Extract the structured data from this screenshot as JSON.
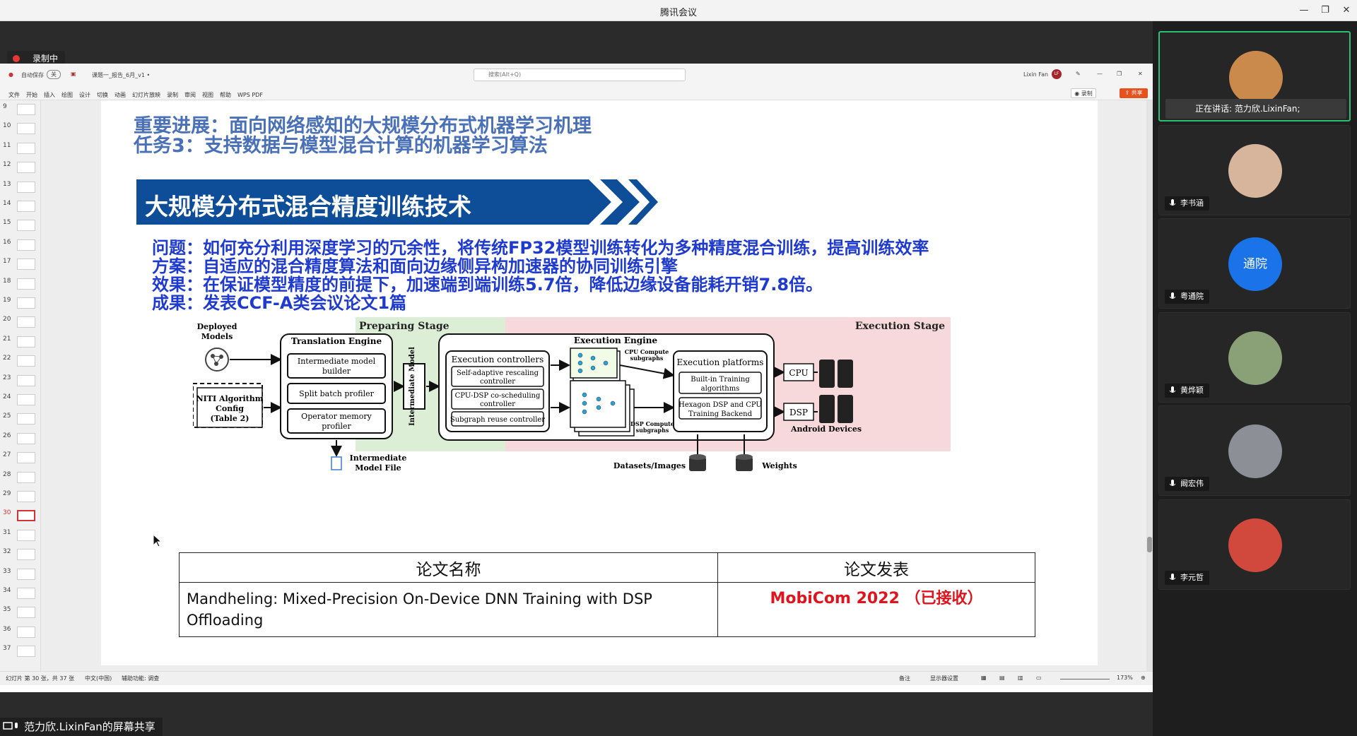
{
  "window": {
    "title": "腾讯会议",
    "minimize": "—",
    "restore": "❐",
    "close": "✕"
  },
  "recording": {
    "label": "录制中"
  },
  "ppt": {
    "autosave_label": "自动保存",
    "autosave_toggle": "关",
    "filename": "课题一_报告_6月_v1 •",
    "search_placeholder": "搜索(Alt+Q)",
    "user": "Lixin Fan",
    "user_initials": "LF",
    "menu": [
      "文件",
      "开始",
      "插入",
      "绘图",
      "设计",
      "切换",
      "动画",
      "幻灯片放映",
      "录制",
      "审阅",
      "视图",
      "帮助",
      "WPS PDF"
    ],
    "record_button": "◉ 录制",
    "share_button": "⇪ 共享"
  },
  "thumbnails": {
    "numbers": [
      "9",
      "10",
      "11",
      "12",
      "13",
      "14",
      "15",
      "16",
      "17",
      "18",
      "19",
      "20",
      "21",
      "22",
      "23",
      "24",
      "25",
      "26",
      "27",
      "28",
      "29",
      "30",
      "31",
      "32",
      "33",
      "34",
      "35",
      "36",
      "37"
    ],
    "selected": "30"
  },
  "slide": {
    "heading1": "重要进展：面向网络感知的大规模分布式机器学习机理",
    "heading2": "任务3：支持数据与模型混合计算的机器学习算法",
    "banner": "大规模分布式混合精度训练技术",
    "points": [
      "问题：如何充分利用深度学习的冗余性，将传统FP32模型训练转化为多种精度混合训练，提高训练效率",
      "方案：自适应的混合精度算法和面向边缘侧异构加速器的协同训练引擎",
      "效果：在保证模型精度的前提下，加速端到端训练5.7倍，降低边缘设备能耗开销7.8倍。",
      "成果：发表CCF-A类会议论文1篇"
    ],
    "diagram": {
      "deployed_models": [
        "Deployed",
        "Models"
      ],
      "niti": [
        "NITI Algorithm",
        "Config",
        "(Table 2)"
      ],
      "preparing_stage": "Preparing Stage",
      "translation_engine": "Translation Engine",
      "prep_boxes": [
        [
          "Intermediate model",
          "builder"
        ],
        [
          "Split batch profiler"
        ],
        [
          "Operator memory",
          "profiler"
        ]
      ],
      "intermediate_model": "Intermediate Model",
      "intermediate_file": [
        "Intermediate",
        "Model File"
      ],
      "execution_stage": "Execution Stage",
      "execution_engine": "Execution Engine",
      "execution_controllers": "Execution controllers",
      "controllers": [
        [
          "Self-adaptive rescaling",
          "controller"
        ],
        [
          "CPU-DSP co-scheduling",
          "controller"
        ],
        [
          "Subgraph reuse controller"
        ]
      ],
      "cpu_sub": [
        "CPU Compute",
        "subgraphs"
      ],
      "dsp_sub": [
        "DSP Compute",
        "subgraphs"
      ],
      "execution_platforms": "Execution platforms",
      "platforms": [
        [
          "Built-in Training",
          "algorithms"
        ],
        [
          "Hexagon DSP and CPU",
          "Training Backend"
        ]
      ],
      "cpu": "CPU",
      "dsp": "DSP",
      "android": "Android Devices",
      "datasets": "Datasets/Images",
      "weights": "Weights"
    },
    "table": {
      "headers": [
        "论文名称",
        "论文发表"
      ],
      "rows": [
        [
          "Mandheling: Mixed-Precision On-Device DNN Training with DSP Offloading",
          "MobiCom 2022 （已接收）"
        ]
      ]
    }
  },
  "statusbar": {
    "slide_info": "幻灯片 第 30 张，共 37 张",
    "language": "中文(中国)",
    "accessibility": "辅助功能: 调查",
    "notes": "备注",
    "display_settings": "显示器设置",
    "zoom": "173%"
  },
  "share_label": "范力欣.LixinFan的屏幕共享",
  "participants": [
    {
      "name": "正在讲话: 范力欣.LixinFan;",
      "active": true
    },
    {
      "name": "李书涵"
    },
    {
      "name": "粤通院",
      "avatar_text": "通院",
      "avatar_color": "#1a73e8"
    },
    {
      "name": "黄烨颖"
    },
    {
      "name": "阚宏伟"
    },
    {
      "name": "李元哲"
    }
  ],
  "colors": {
    "accent_green": "#2fbf71",
    "heading_blue": "#4a71b8",
    "banner_blue": "#0e4e98",
    "point_blue": "#1f3bcf",
    "venue_red": "#e0141c",
    "record_red": "#e53935"
  }
}
